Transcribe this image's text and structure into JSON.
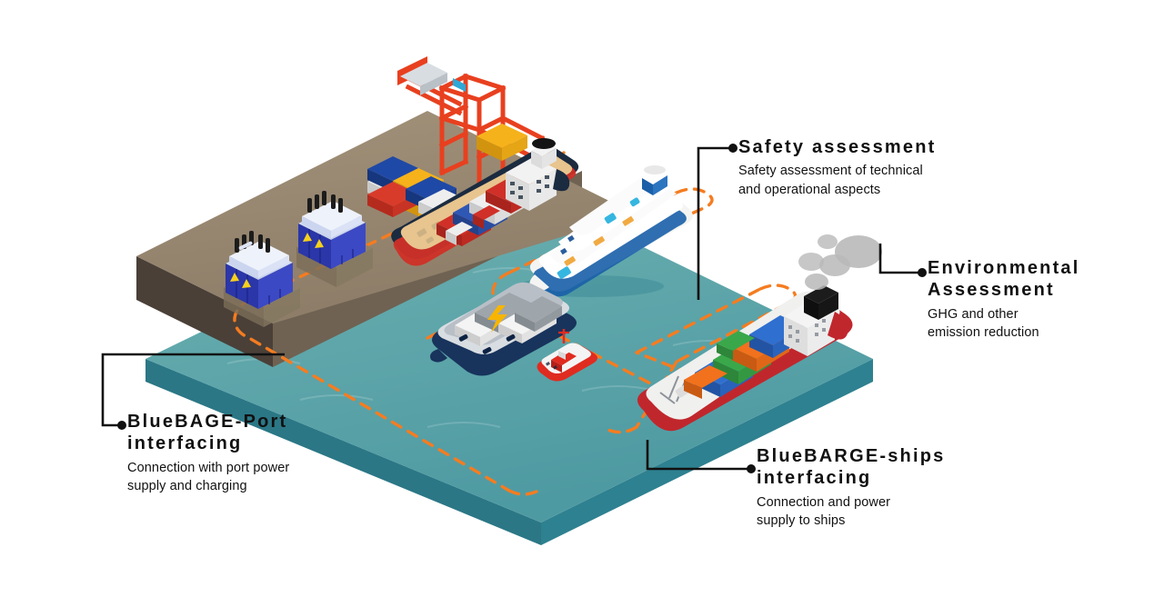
{
  "scene": {
    "name": "BlueBARGE port energy supply isometric concept diagram",
    "colors": {
      "quay_top": "#9a8a73",
      "quay_front": "#4a4038",
      "water_top": "#5aa6a9",
      "water_side": "#2e7f8c",
      "route_dashed": "#f57c20",
      "leader_line": "#111111",
      "barge_hull": "#18335c",
      "container_ship_hull": "#1b2b40",
      "bulk_carrier_hull": "#c0272d",
      "tug_hull": "#e02b20",
      "crane": "#e8401f",
      "substation_body": "#2b36a8",
      "substation_housing": "#cdd6f2",
      "smoke": "#b9b9b9"
    },
    "elements": {
      "quay": "port quay platform",
      "water": "harbour water platform",
      "crane": "gantry crane",
      "container_stacks": "stacked shipping containers",
      "substation_left": "shore power substation",
      "substation_right": "shore power substation",
      "container_ship": "container ship at berth",
      "cruise_ship": "cruise ship",
      "barge": "BlueBARGE energy barge",
      "tugboat": "tugboat",
      "bulk_carrier": "container ship with emissions",
      "smoke": "exhaust smoke plume",
      "route": "orange dashed power connection route"
    }
  },
  "callouts": [
    {
      "id": "safety",
      "title": "Safety assessment",
      "desc_lines": [
        "Safety assessment of technical",
        "and operational aspects"
      ]
    },
    {
      "id": "environmental",
      "title_lines": [
        "Environmental",
        "Assessment"
      ],
      "desc_lines": [
        "GHG and other",
        "emission reduction"
      ]
    },
    {
      "id": "port",
      "title_lines": [
        "BlueBAGE-Port",
        "interfacing"
      ],
      "desc_lines": [
        "Connection with port power",
        "supply and charging"
      ]
    },
    {
      "id": "ships",
      "title_lines": [
        "BlueBARGE-ships",
        "interfacing"
      ],
      "desc_lines": [
        "Connection and power",
        "supply to ships"
      ]
    }
  ]
}
